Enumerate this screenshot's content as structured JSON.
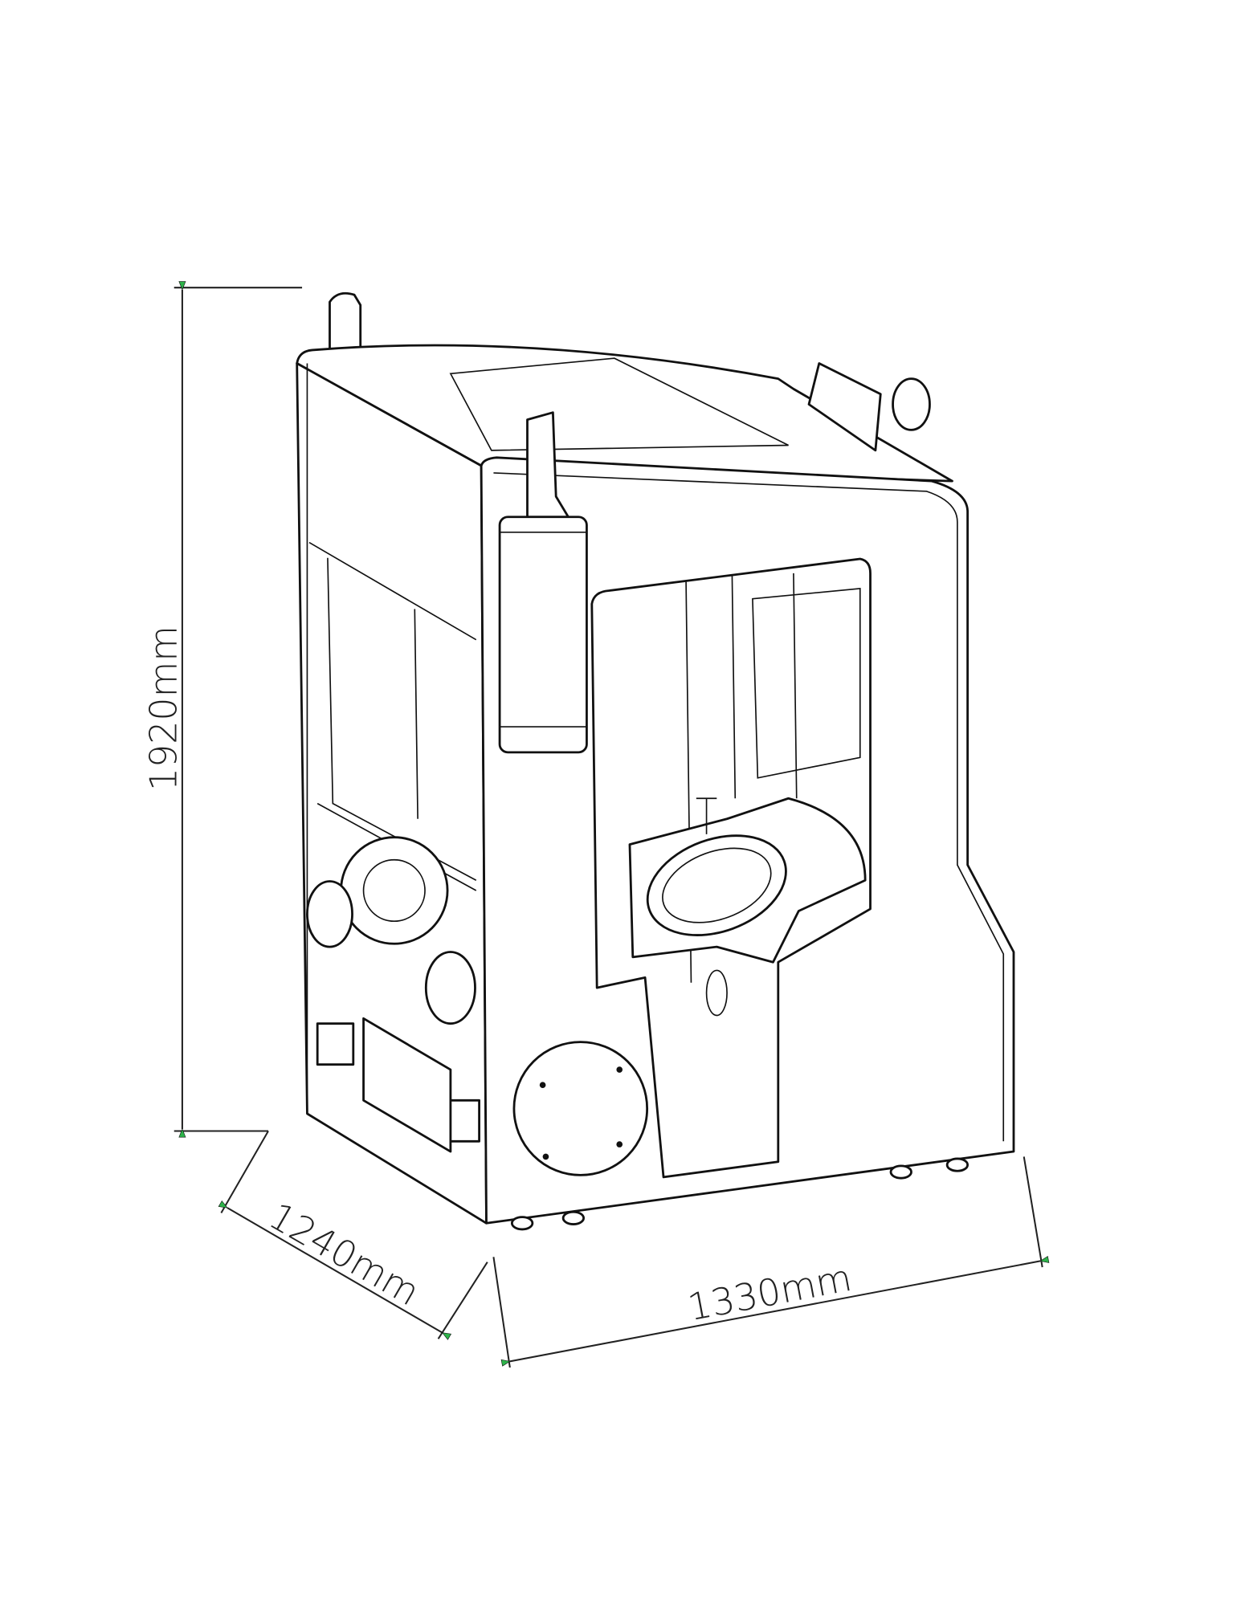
{
  "dimensions": {
    "height": "1920mm",
    "depth": "1240mm",
    "width": "1330mm"
  },
  "colors": {
    "arrow": "#2db34a",
    "line": "#111111"
  }
}
